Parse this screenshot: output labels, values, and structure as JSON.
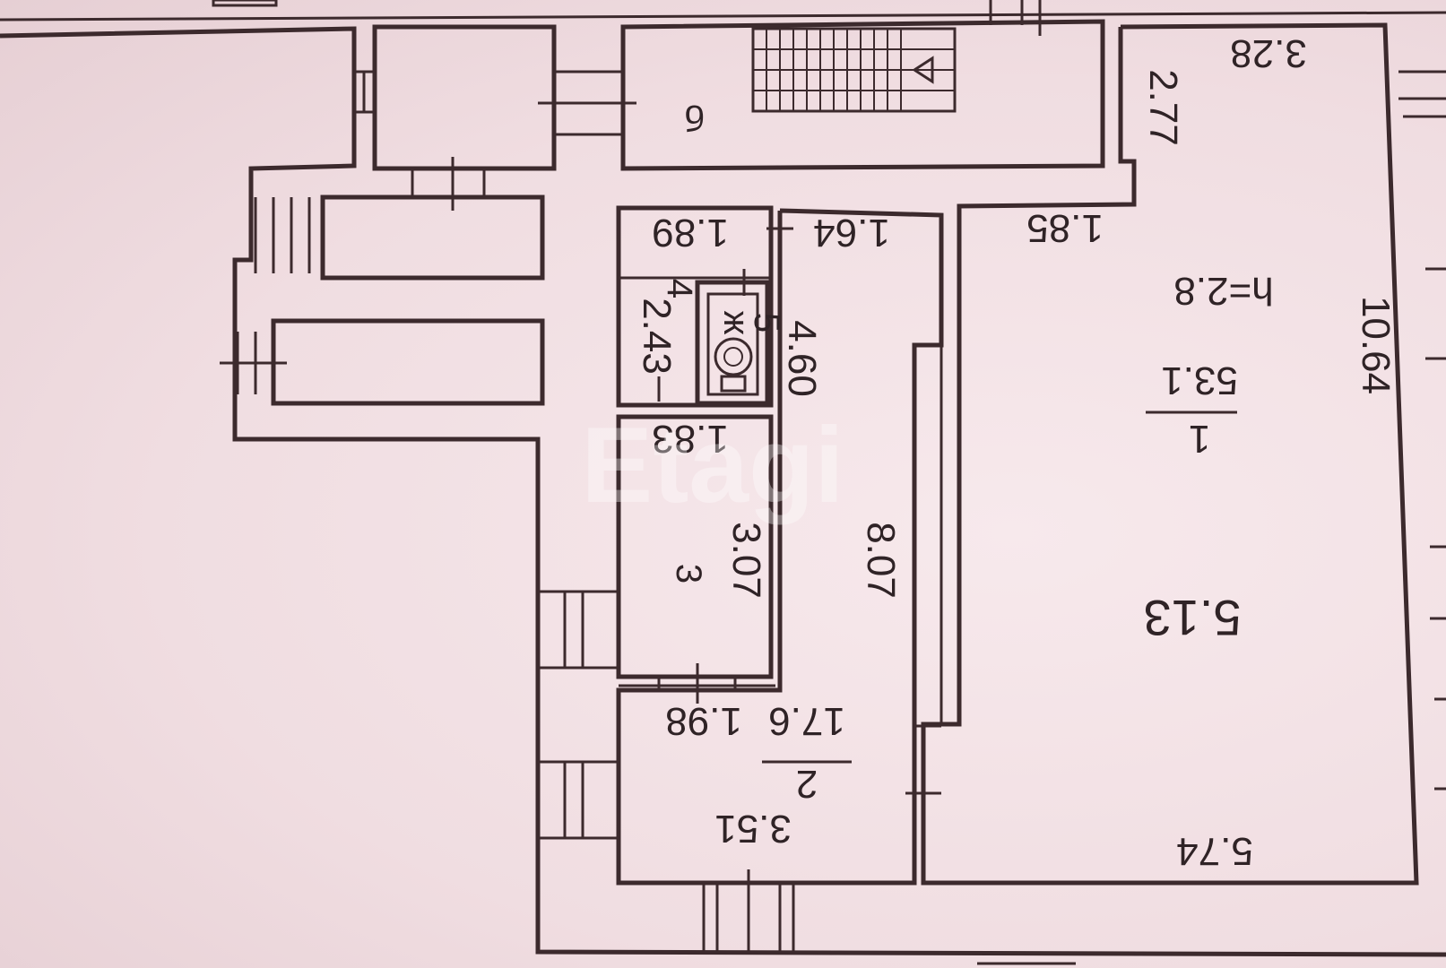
{
  "watermark": "Etagi",
  "colors": {
    "paper": "#f3e1e4",
    "ink": "#3c2a2d"
  },
  "rooms": {
    "room1": {
      "number": "1",
      "area": "53.1",
      "height": "h=2.8",
      "width_top": "3.28",
      "width_mid": "5.13",
      "width_bottom": "5.74",
      "length": "10.64",
      "alcove_depth": "2.77",
      "alcove_width": "1.85"
    },
    "room2": {
      "number": "2",
      "area": "17.6",
      "width_top": "1.64",
      "depth_upper": "4.60",
      "length": "8.07",
      "width_lower": "1.98",
      "width_bottom": "3.51"
    },
    "room3": {
      "number": "3",
      "width": "1.83",
      "length": "3.07"
    },
    "room4": {
      "number": "4",
      "width": "1.89",
      "length": "2.43"
    },
    "room5": {
      "number": "5",
      "bath_label": "ж"
    },
    "stair_room": {
      "label": "б"
    }
  }
}
